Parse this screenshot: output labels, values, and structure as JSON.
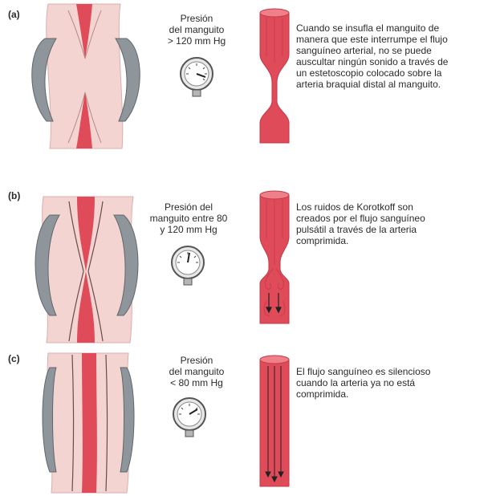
{
  "colors": {
    "skin": "#f3d4d1",
    "skin_edge": "#d9b0ac",
    "artery": "#e04b5a",
    "artery_light": "#ef7f88",
    "cuff": "#8e959b",
    "cuff_dark": "#5f666c"
  },
  "panels": [
    {
      "label": "(a)",
      "pressure": [
        "Presión",
        "del manguito",
        "> 120 mm Hg"
      ],
      "caption": [
        "Cuando se insufla el manguito de",
        "manera que este interrumpe el flujo",
        "sanguíneo arterial, no se puede",
        "auscultar ningún sonido a través de",
        "un estetoscopio colocado sobre la",
        "arteria braquial distal al manguito."
      ],
      "gauge": "high"
    },
    {
      "label": "(b)",
      "pressure": [
        "Presión del",
        "manguito entre 80",
        "y 120 mm Hg"
      ],
      "caption": [
        "Los ruidos de Korotkoff son",
        "creados por el flujo sanguíneo",
        "pulsátil a través de la arteria",
        "comprimida."
      ],
      "gauge": "mid"
    },
    {
      "label": "(c)",
      "pressure": [
        "Presión",
        "del manguito",
        "< 80 mm Hg"
      ],
      "caption": [
        "El flujo sanguíneo es silencioso",
        "cuando la arteria ya no está",
        "comprimida."
      ],
      "gauge": "low"
    }
  ]
}
